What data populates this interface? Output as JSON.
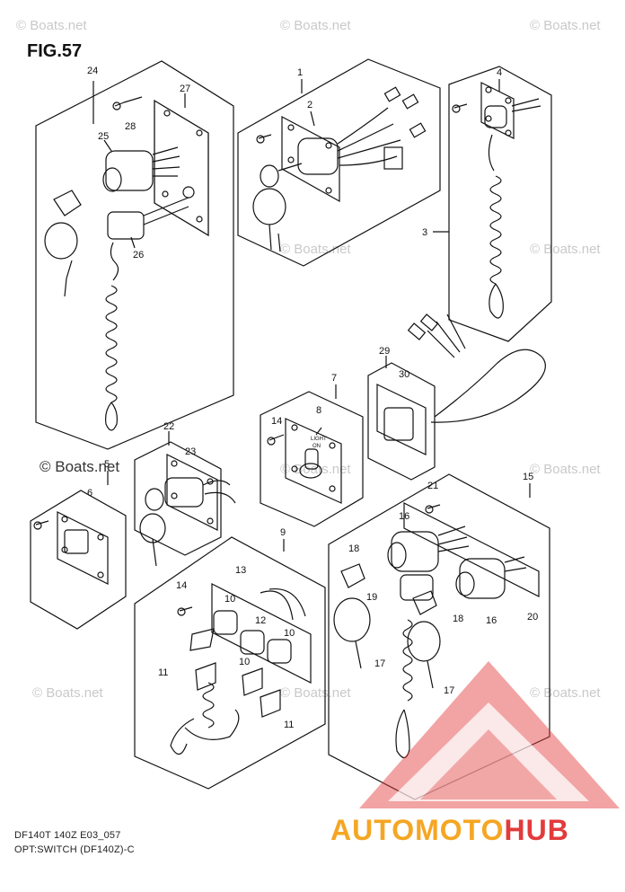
{
  "figure": {
    "title": "FIG.57"
  },
  "footer": {
    "line1": "DF140T 140Z E03_057",
    "line2": "OPT:SWITCH (DF140Z)-C"
  },
  "watermark": {
    "text": "© Boats.net",
    "brand_text": "© Boats.net"
  },
  "logo": {
    "part1": "AUTOMOTO",
    "part2": "HUB",
    "color1": "#f5a623",
    "color2": "#e23b3b"
  },
  "callouts": {
    "c1": "1",
    "c2": "2",
    "c3": "3",
    "c4": "4",
    "c5": "5",
    "c6": "6",
    "c7": "7",
    "c8": "8",
    "c9": "9",
    "c10a": "10",
    "c10b": "10",
    "c10c": "10",
    "c11a": "11",
    "c11b": "11",
    "c12": "12",
    "c13": "13",
    "c14a": "14",
    "c14b": "14",
    "c15": "15",
    "c16a": "16",
    "c16b": "16",
    "c17a": "17",
    "c17b": "17",
    "c18a": "18",
    "c18b": "18",
    "c19": "19",
    "c20": "20",
    "c21": "21",
    "c22": "22",
    "c23": "23",
    "c24": "24",
    "c25": "25",
    "c26": "26",
    "c27": "27",
    "c28": "28",
    "c29": "29",
    "c30": "30"
  },
  "switch_label": {
    "light": "LIGHT",
    "on": "ON"
  }
}
